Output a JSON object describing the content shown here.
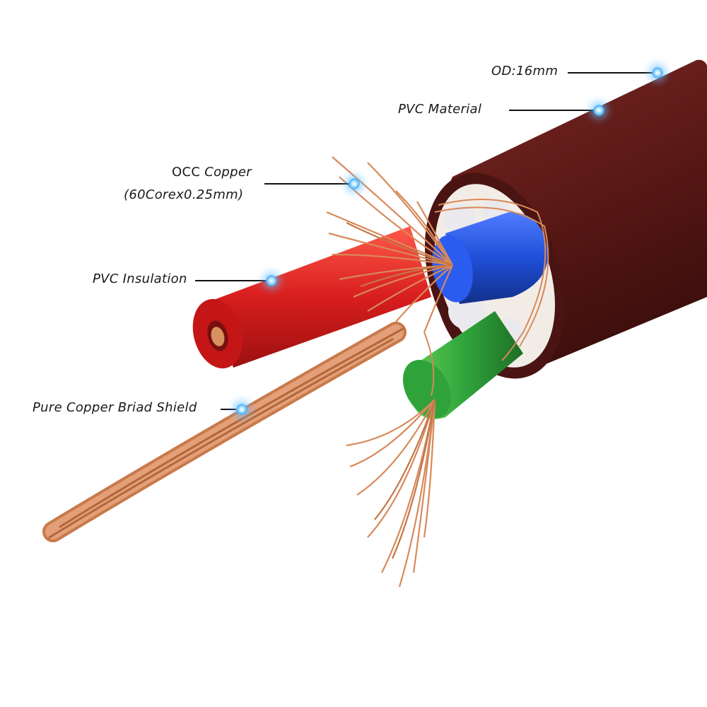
{
  "labels": {
    "od": "OD:16mm",
    "pvc_material": "PVC Material",
    "occ_copper_line1_prefix": "OCC",
    "occ_copper_line1_suffix": " Copper",
    "occ_copper_line2": "(60Corex0.25mm)",
    "pvc_insulation": "PVC Insulation",
    "braid_shield": "Pure Copper Briad Shield"
  },
  "colors": {
    "jacket": "#6e1f1c",
    "red_core": "#d81e1e",
    "blue_core": "#1f4fd8",
    "green_core": "#2fa33a",
    "copper": "#d88a5a",
    "marker_glow": "#4fb3ff"
  }
}
